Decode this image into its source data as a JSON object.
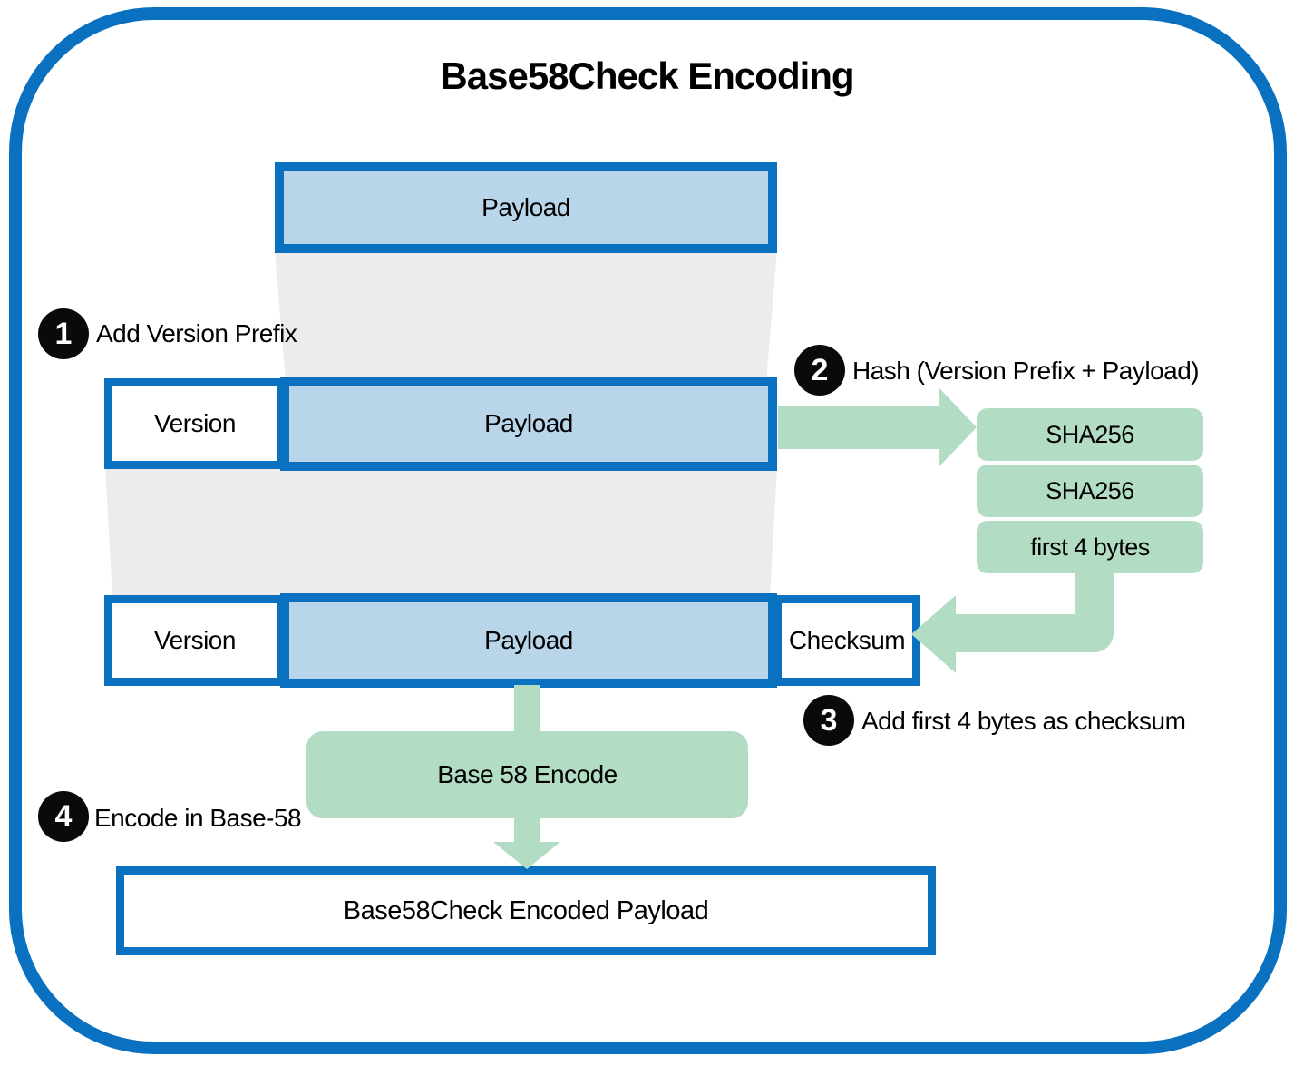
{
  "title": "Base58Check Encoding",
  "colors": {
    "frame_blue": "#0a71c0",
    "box_fill_blue": "#b8d5ea",
    "process_green": "#b2dcc3",
    "funnel_gray": "#ececee",
    "badge_black": "#0a0a0a"
  },
  "boxes": {
    "payload_top": "Payload",
    "row2": {
      "version": "Version",
      "payload": "Payload"
    },
    "row3": {
      "version": "Version",
      "payload": "Payload",
      "checksum": "Checksum"
    },
    "hash_steps": [
      "SHA256",
      "SHA256",
      "first 4 bytes"
    ],
    "base58_encode": "Base 58 Encode",
    "result": "Base58Check Encoded Payload"
  },
  "steps": [
    {
      "number": "1",
      "label": "Add Version Prefix"
    },
    {
      "number": "2",
      "label": "Hash (Version Prefix + Payload)"
    },
    {
      "number": "3",
      "label": "Add first 4 bytes as checksum"
    },
    {
      "number": "4",
      "label": "Encode in Base-58"
    }
  ]
}
